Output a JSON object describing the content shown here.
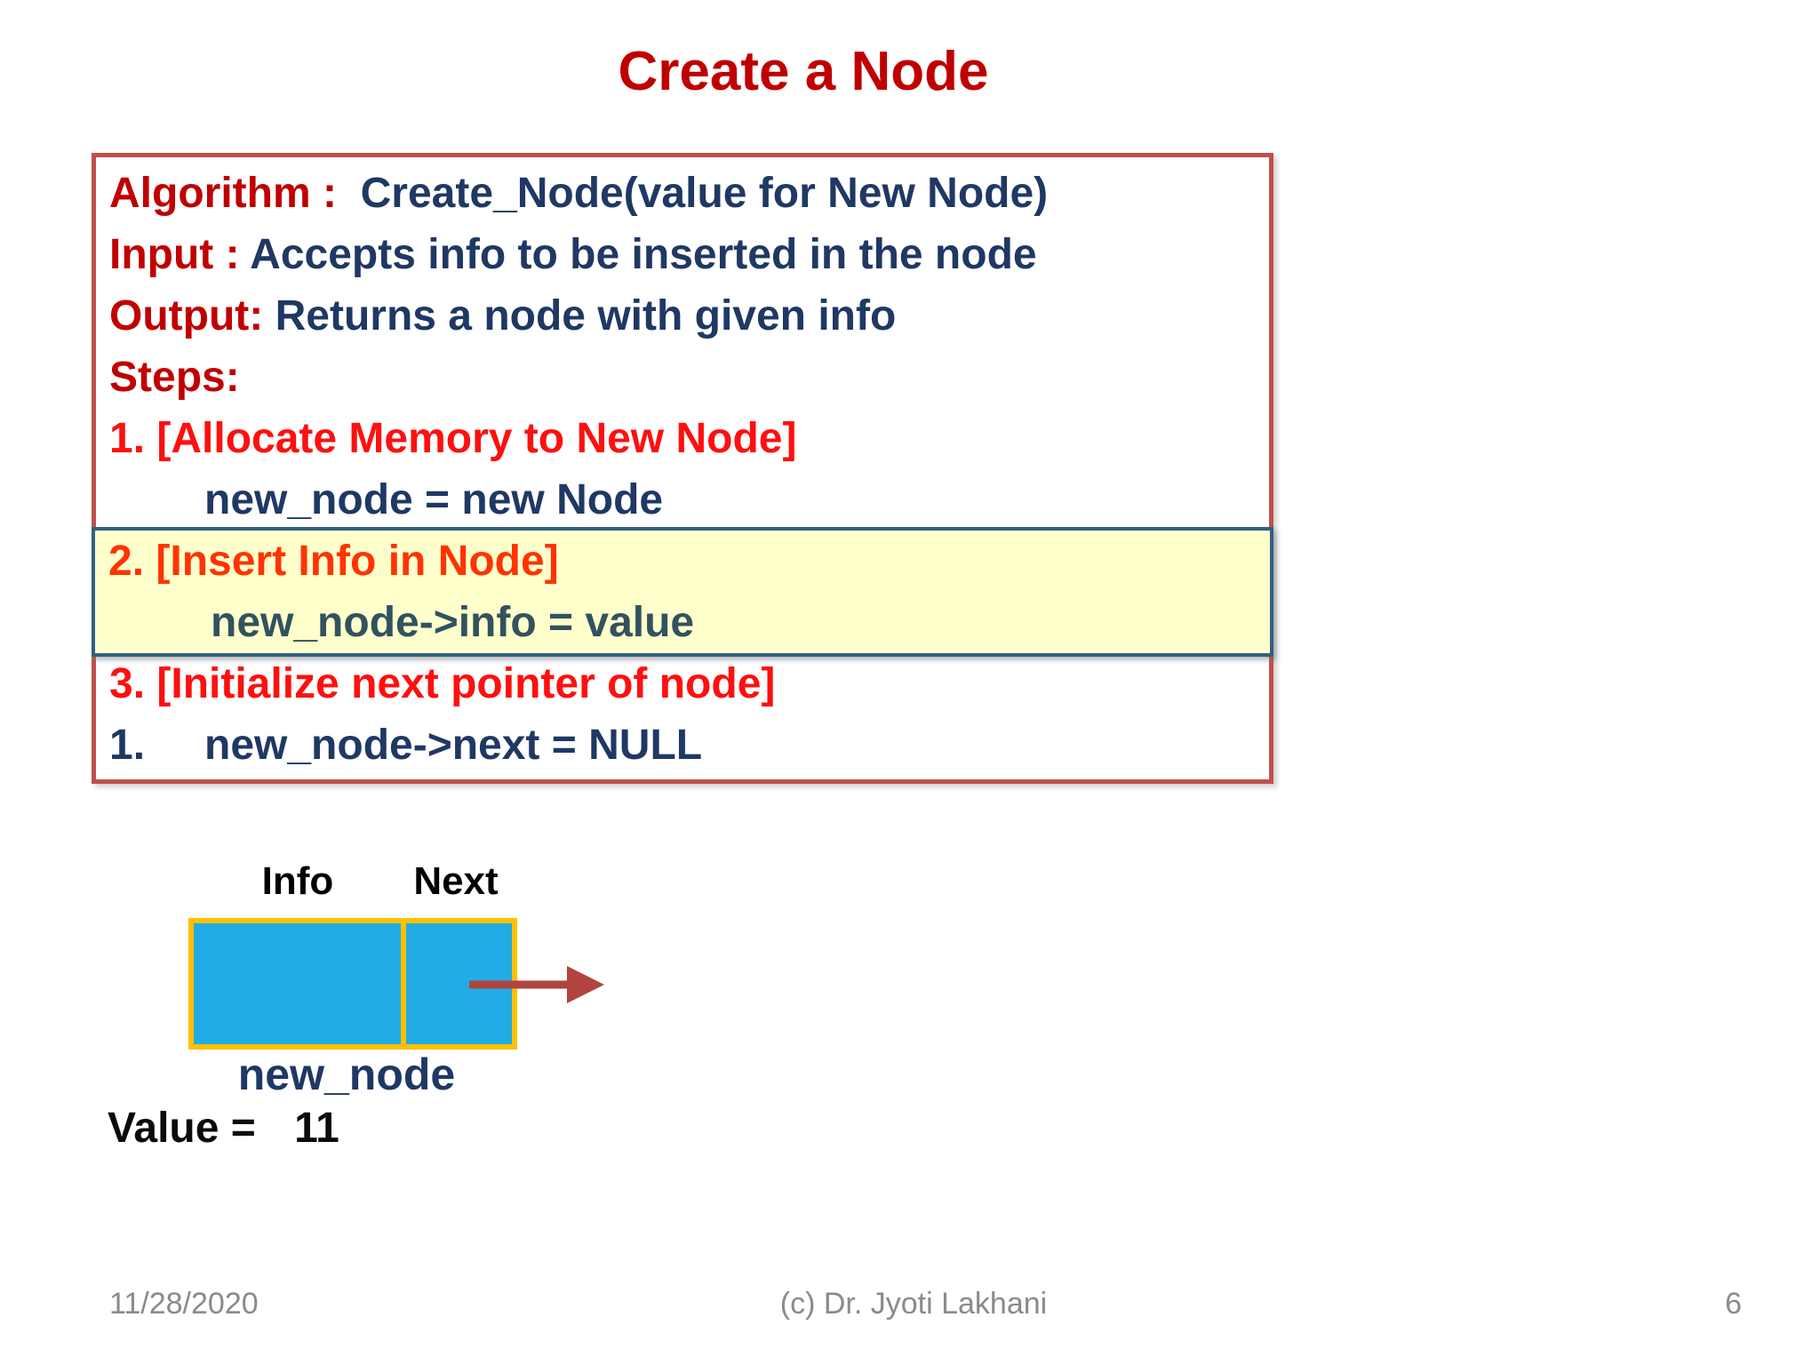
{
  "title": "Create a Node",
  "algorithm": {
    "lines": [
      {
        "label": "Algorithm : ",
        "text": " Create_Node(value for New Node)"
      },
      {
        "label": "Input : ",
        "text": "Accepts info to be inserted in the node"
      },
      {
        "label": "Output: ",
        "text": "Returns a node with given info"
      },
      {
        "label": "Steps:",
        "text": ""
      },
      {
        "step": "1. [Allocate Memory to New Node]"
      },
      {
        "code": "new_node = new Node"
      },
      {
        "step": "2. [Insert Info in Node]"
      },
      {
        "code": "new_node->info = value"
      },
      {
        "step": "3. [Initialize next pointer of node]"
      },
      {
        "num": "1.",
        "code": "new_node->next = NULL"
      }
    ]
  },
  "diagram": {
    "info_label": "Info",
    "next_label": "Next",
    "node_name": "new_node",
    "value_label": "Value = ",
    "value": "11"
  },
  "footer": {
    "date": "11/28/2020",
    "credit": "(c) Dr. Jyoti Lakhani",
    "page": "6"
  },
  "colors": {
    "title_red": "#C00000",
    "box_border_red": "#C0504D",
    "label_dark_red": "#C00000",
    "body_navy": "#1F3864",
    "step_bright_red": "#FF0F0F",
    "step_orange_red": "#FF3300",
    "code_teal": "#31525E",
    "highlight_background": "#FFFFCC",
    "highlight_border_blue": "#315F84",
    "node_cell_cyan": "#21ACE5",
    "node_border_yellow": "#FFC000",
    "arrow_red": "#B2443E",
    "footer_gray": "#8A8A8A"
  }
}
